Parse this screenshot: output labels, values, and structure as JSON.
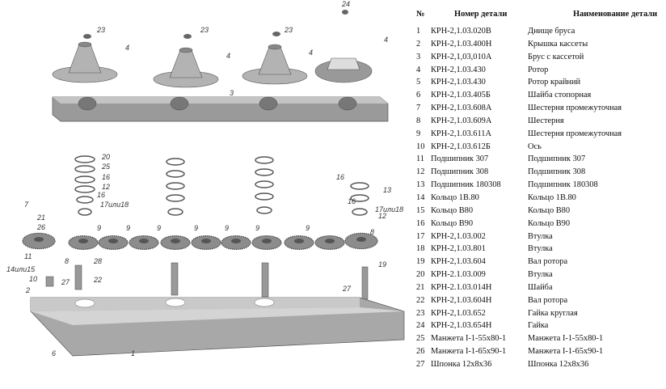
{
  "table": {
    "headers": {
      "num": "№",
      "part_no": "Номер детали",
      "name": "Наименование детали"
    },
    "rows": [
      {
        "n": "1",
        "part": "КРН-2,1.03.020В",
        "name": "Днище бруса"
      },
      {
        "n": "2",
        "part": "КРН-2,1.03.400Н",
        "name": "Крышка кассеты"
      },
      {
        "n": "3",
        "part": "КРН-2,1,03,010А",
        "name": "Брус с кассетой"
      },
      {
        "n": "4",
        "part": "КРН-2,1.03.430",
        "name": "Ротор"
      },
      {
        "n": "5",
        "part": "КРН-2,1.03.430",
        "name": "Ротор крайний"
      },
      {
        "n": "6",
        "part": "КРН-2,1.03.405Б",
        "name": "Шайба стопорная"
      },
      {
        "n": "7",
        "part": "КРН-2,1.03.608А",
        "name": "Шестерня промежуточная"
      },
      {
        "n": "8",
        "part": "КРН-2,1.03.609А",
        "name": "Шестерня"
      },
      {
        "n": "9",
        "part": "КРН-2,1.03.611А",
        "name": "Шестерня промежуточная"
      },
      {
        "n": "10",
        "part": "КРН-2,1.03.612Б",
        "name": "Ось"
      },
      {
        "n": "11",
        "part": "Подшипник 307",
        "name": "Подшипник 307"
      },
      {
        "n": "12",
        "part": "Подшипник 308",
        "name": "Подшипник 308"
      },
      {
        "n": "13",
        "part": "Подшипник 180308",
        "name": "Подшипник 180308"
      },
      {
        "n": "14",
        "part": "Кольцо 1В.80",
        "name": "Кольцо 1В.80"
      },
      {
        "n": "15",
        "part": "Кольцо В80",
        "name": "Кольцо В80"
      },
      {
        "n": "16",
        "part": "Кольцо В90",
        "name": "Кольцо В90"
      },
      {
        "n": "17",
        "part": "КРН-2,1.03.002",
        "name": "Втулка"
      },
      {
        "n": "18",
        "part": "КРН-2,1.03.801",
        "name": "Втулка"
      },
      {
        "n": "19",
        "part": "КРН-2,1.03.604",
        "name": "Вал ротора"
      },
      {
        "n": "20",
        "part": "КРН-2.1.03.009",
        "name": "Втулка"
      },
      {
        "n": "21",
        "part": "КРН-2.1.03.014Н",
        "name": "Шайба"
      },
      {
        "n": "22",
        "part": "КРН-2,1.03.604Н",
        "name": "Вал ротора"
      },
      {
        "n": "23",
        "part": "КРН-2,1.03.652",
        "name": "Гайка круглая"
      },
      {
        "n": "24",
        "part": "КРН-2,1.03.654Н",
        "name": "Гайка"
      },
      {
        "n": "25",
        "part": "Манжета I-1-55х80-1",
        "name": "Манжета I-1-55х80-1"
      },
      {
        "n": "26",
        "part": "Манжета I-1-65х90-1",
        "name": "Манжета I-1-65х90-1"
      },
      {
        "n": "27",
        "part": "Шпонка 12х8х36",
        "name": "Шпонка 12х8х36"
      }
    ]
  },
  "callouts": [
    "24",
    "23",
    "23",
    "23",
    "4",
    "4",
    "4",
    "4",
    "3",
    "20",
    "25",
    "16",
    "12",
    "16",
    "17или18",
    "21",
    "26",
    "7",
    "11",
    "14или15",
    "10",
    "27",
    "22",
    "8",
    "28",
    "9",
    "9",
    "9",
    "9",
    "9",
    "9",
    "9",
    "8",
    "16",
    "13",
    "16",
    "12",
    "17или18",
    "19",
    "27",
    "2",
    "6",
    "1"
  ]
}
